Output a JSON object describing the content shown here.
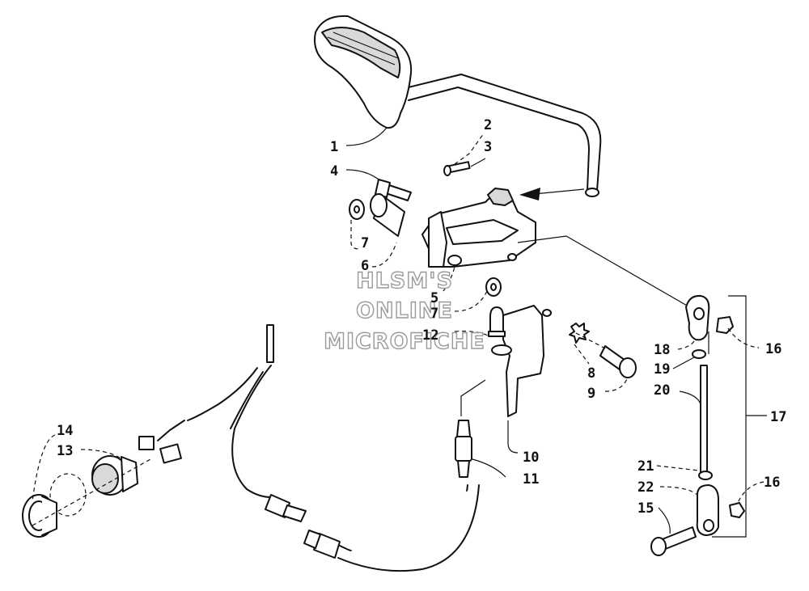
{
  "watermark": [
    "HLSM'S",
    "ONLINE",
    "MICROFICHE"
  ],
  "callouts": [
    {
      "id": "c1",
      "text": "1"
    },
    {
      "id": "c2",
      "text": "2"
    },
    {
      "id": "c3",
      "text": "3"
    },
    {
      "id": "c4",
      "text": "4"
    },
    {
      "id": "c7a",
      "text": "7"
    },
    {
      "id": "c6",
      "text": "6"
    },
    {
      "id": "c5",
      "text": "5"
    },
    {
      "id": "c7b",
      "text": "7"
    },
    {
      "id": "c12",
      "text": "12"
    },
    {
      "id": "c8",
      "text": "8"
    },
    {
      "id": "c9",
      "text": "9"
    },
    {
      "id": "c10",
      "text": "10"
    },
    {
      "id": "c11",
      "text": "11"
    },
    {
      "id": "c14",
      "text": "14"
    },
    {
      "id": "c13",
      "text": "13"
    },
    {
      "id": "c18",
      "text": "18"
    },
    {
      "id": "c19",
      "text": "19"
    },
    {
      "id": "c20",
      "text": "20"
    },
    {
      "id": "c16a",
      "text": "16"
    },
    {
      "id": "c17",
      "text": "17"
    },
    {
      "id": "c21",
      "text": "21"
    },
    {
      "id": "c22",
      "text": "22"
    },
    {
      "id": "c15",
      "text": "15"
    },
    {
      "id": "c16b",
      "text": "16"
    }
  ]
}
